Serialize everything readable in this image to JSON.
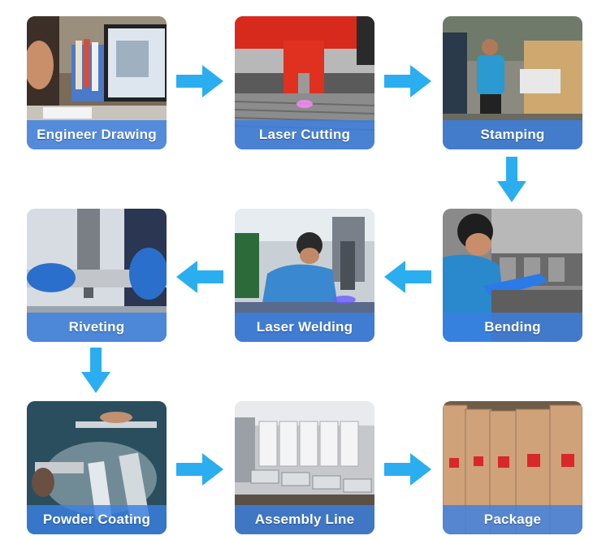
{
  "steps": [
    {
      "label": "Engineer Drawing",
      "icon": "engineer-drawing-photo"
    },
    {
      "label": "Laser Cutting",
      "icon": "laser-cutting-photo"
    },
    {
      "label": "Stamping",
      "icon": "stamping-photo"
    },
    {
      "label": "Bending",
      "icon": "bending-photo"
    },
    {
      "label": "Laser Welding",
      "icon": "laser-welding-photo"
    },
    {
      "label": "Riveting",
      "icon": "riveting-photo"
    },
    {
      "label": "Powder Coating",
      "icon": "powder-coating-photo"
    },
    {
      "label": "Assembly Line",
      "icon": "assembly-line-photo"
    },
    {
      "label": "Package",
      "icon": "package-photo"
    }
  ],
  "colors": {
    "arrow": "#2aaef0",
    "caption_bg": "#3a80e2",
    "caption_text": "#ffffff"
  }
}
